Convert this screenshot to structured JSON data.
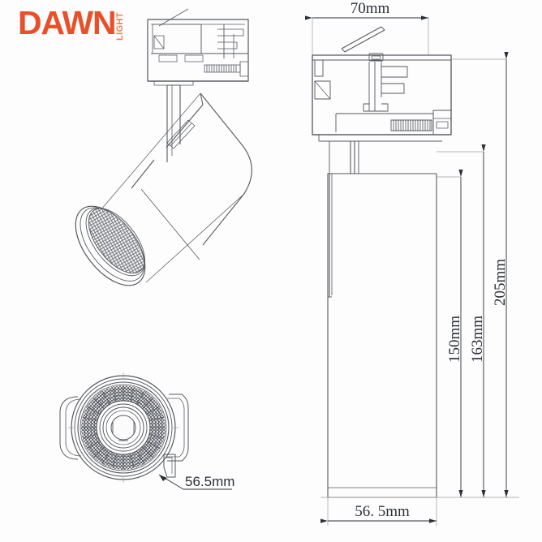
{
  "page": {
    "background_color": "#fdfdfd",
    "line_color": "#55585f",
    "title": "Track Light Technical Drawing"
  },
  "logo": {
    "wordmark": "DAWN",
    "subtext": "LIGHT",
    "wordmark_color": "#e8502a",
    "subtext_color": "#f07a4e"
  },
  "dimensions": {
    "width_top": "70mm",
    "height_short": "150mm",
    "height_mid": "163mm",
    "height_total": "205mm",
    "bottom_width": "56. 5mm",
    "diameter_callout": "56.5mm"
  },
  "views": {
    "perspective": "3D perspective view of track spotlight",
    "elevation": "Side elevation view with dimensions",
    "bottom": "Bottom view showing reflector"
  }
}
